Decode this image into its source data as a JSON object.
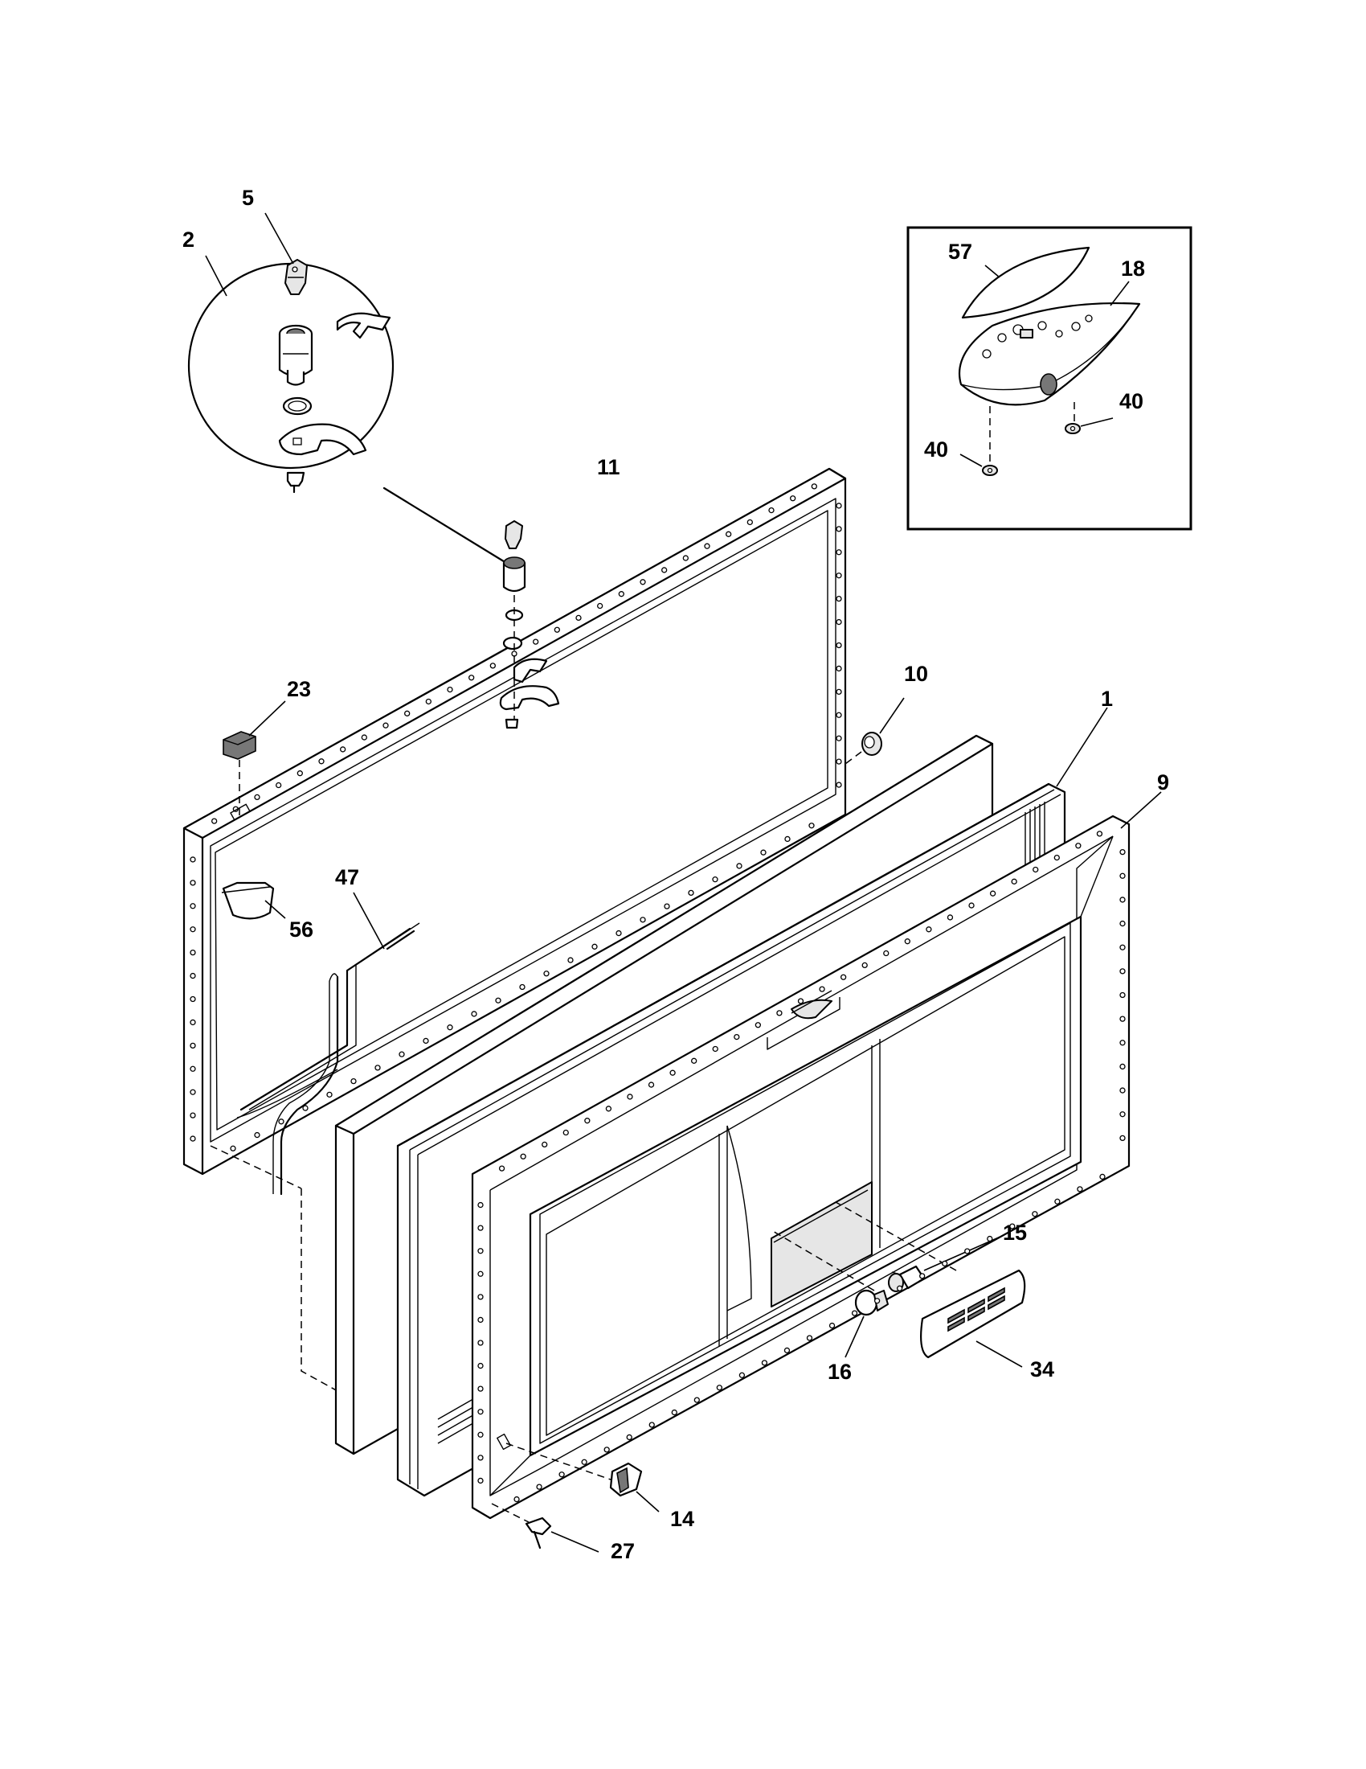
{
  "callouts": [
    {
      "id": "c5",
      "label": "5"
    },
    {
      "id": "c2",
      "label": "2"
    },
    {
      "id": "c57",
      "label": "57"
    },
    {
      "id": "c18",
      "label": "18"
    },
    {
      "id": "c40a",
      "label": "40"
    },
    {
      "id": "c40b",
      "label": "40"
    },
    {
      "id": "c11",
      "label": "11"
    },
    {
      "id": "c23",
      "label": "23"
    },
    {
      "id": "c10",
      "label": "10"
    },
    {
      "id": "c1",
      "label": "1"
    },
    {
      "id": "c9",
      "label": "9"
    },
    {
      "id": "c47",
      "label": "47"
    },
    {
      "id": "c56",
      "label": "56"
    },
    {
      "id": "c15",
      "label": "15"
    },
    {
      "id": "c16",
      "label": "16"
    },
    {
      "id": "c34",
      "label": "34"
    },
    {
      "id": "c14",
      "label": "14"
    },
    {
      "id": "c27",
      "label": "27"
    }
  ]
}
